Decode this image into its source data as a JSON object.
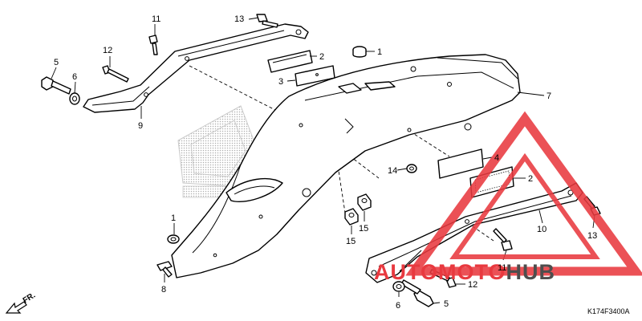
{
  "callouts": {
    "c1_top": "1",
    "c1_left": "1",
    "c2_top": "2",
    "c2_right": "2",
    "c3": "3",
    "c4": "4",
    "c5_left": "5",
    "c5_bottom": "5",
    "c6_left": "6",
    "c6_bottom": "6",
    "c7": "7",
    "c8": "8",
    "c9": "9",
    "c10": "10",
    "c11_top": "11",
    "c11_bottom": "11",
    "c12_left": "12",
    "c12_bottom": "12",
    "c13_top": "13",
    "c13_right": "13",
    "c14": "14",
    "c15_left": "15",
    "c15_right": "15"
  },
  "diagram_code": "K174F3400A",
  "direction_label": "FR.",
  "watermark": {
    "part1": "AUTOMOTO",
    "part2": "HUB"
  },
  "colors": {
    "watermark_red": "#e8393f",
    "watermark_gray": "#4d4d4d",
    "logo_gray": "#bdbdbd",
    "line": "#000000"
  }
}
